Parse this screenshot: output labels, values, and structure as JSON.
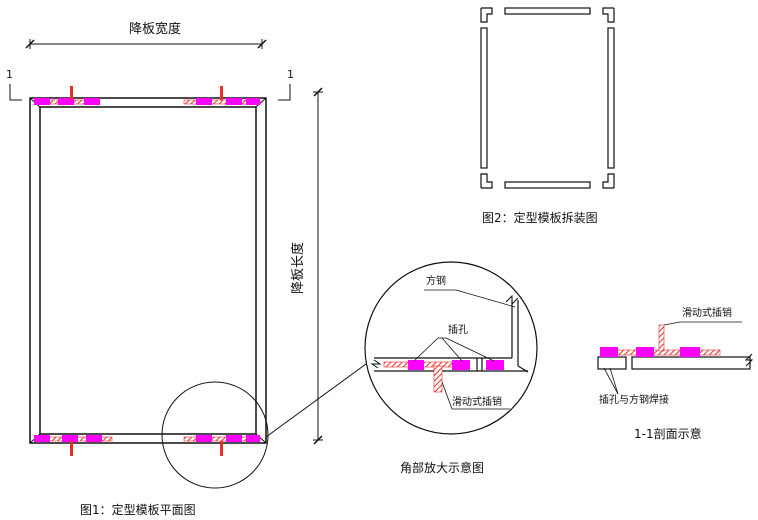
{
  "fig1": {
    "caption": "图1：定型模板平面图",
    "width_label": "降板宽度",
    "length_label": "降板长度",
    "section_mark_left": "1",
    "section_mark_right": "1"
  },
  "fig2": {
    "caption": "图2：定型模板拆装图"
  },
  "detail": {
    "caption": "角部放大示意图",
    "label_square_steel": "方钢",
    "label_hole": "插孔",
    "label_sliding_pin": "滑动式插销"
  },
  "section": {
    "caption": "1-1剖面示意",
    "label_sliding_pin": "滑动式插销",
    "label_weld": "插孔与方钢焊接"
  },
  "colors": {
    "line": "#111111",
    "hole_magenta": "#ff00ff",
    "pin_red": "#e8302a"
  }
}
